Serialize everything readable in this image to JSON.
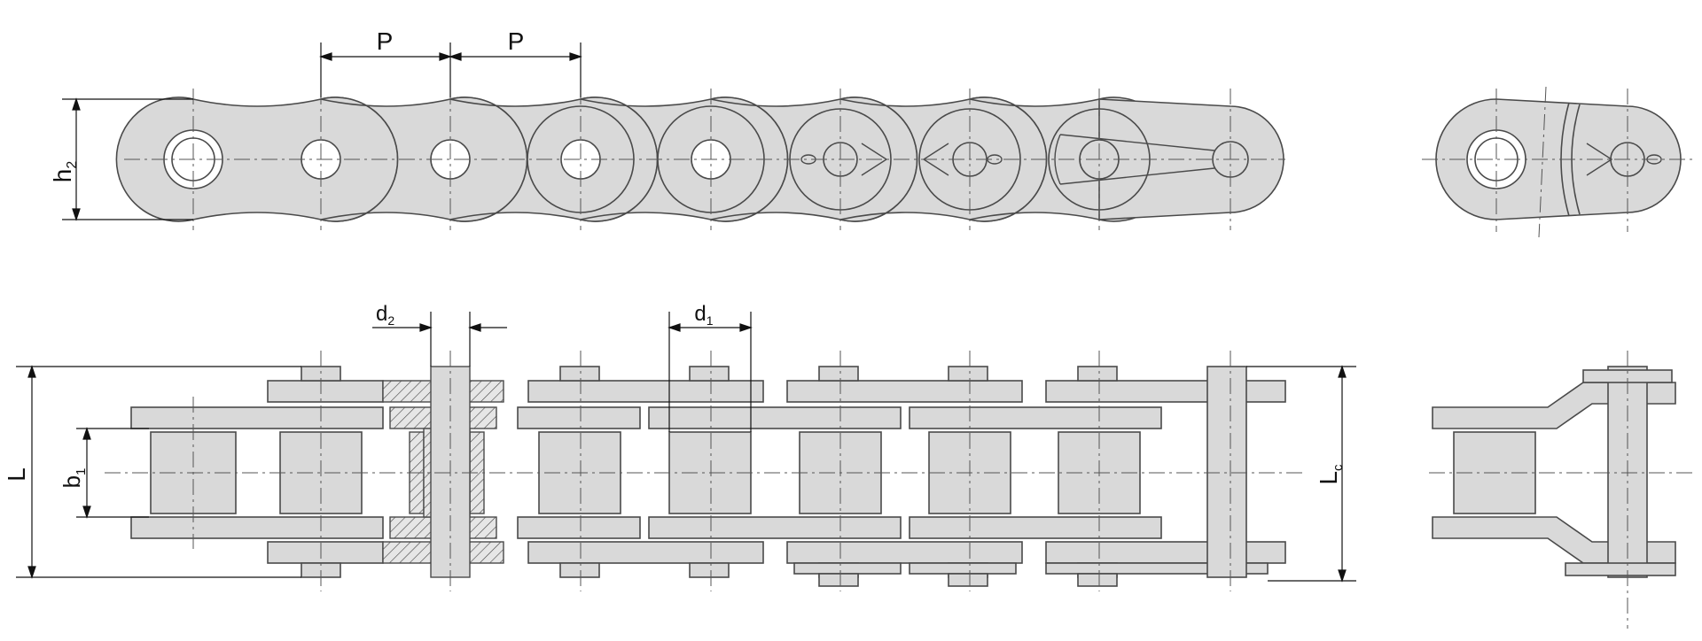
{
  "colors": {
    "part_fill": "#d9d9d9",
    "outline": "#4a4a4a",
    "centerline": "#555555",
    "dimension": "#111111",
    "hatch": "#444444",
    "hole_fill": "#ffffff"
  },
  "labels": {
    "pitch_1": "P",
    "pitch_2": "P",
    "plate_height": "h",
    "plate_height_sub": "2",
    "overall_width": "L",
    "connecting_width": "L",
    "connecting_width_sub": "c",
    "inner_width": "b",
    "inner_width_sub": "1",
    "pin_diameter": "d",
    "pin_diameter_sub": "2",
    "roller_diameter": "d",
    "roller_diameter_sub": "1"
  }
}
